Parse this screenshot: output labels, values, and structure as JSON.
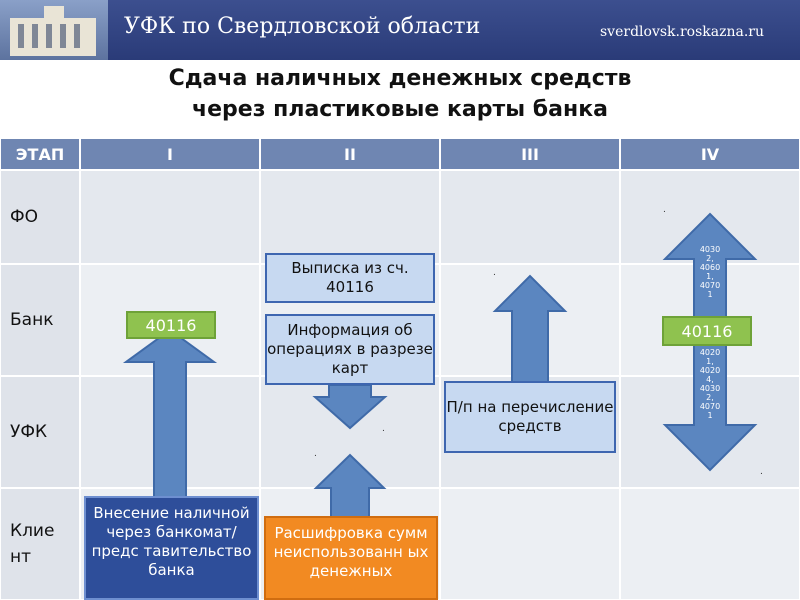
{
  "header": {
    "title": "УФК по Свердловской области",
    "site": "sverdlovsk.roskazna.ru"
  },
  "slide_title": {
    "line1": "Сдача наличных денежных средств",
    "line2": "через пластиковые карты банка"
  },
  "table": {
    "header_label": "ЭТАП",
    "stages": [
      "I",
      "II",
      "III",
      "IV"
    ],
    "rows": [
      "ФО",
      "Банк",
      "УФК",
      "Клие\nнт"
    ]
  },
  "boxes": {
    "stage1_account": "40116",
    "stage1_deposit": "Внесение наличной через банкомат/предс тавительство банка",
    "stage2_statement": "Выписка из сч. 40116",
    "stage2_info": "Информация об операциях в разрезе карт",
    "stage2_decode": "Расшифровка сумм неиспользованн ых денежных",
    "stage3_payment": "П/п на перечисление средств",
    "stage4_account": "40116",
    "stage4_up_accounts": "4030\n2,\n4060\n1,\n4070\n1",
    "stage4_down_accounts": "4020\n1,\n4020\n4,\n4030\n2,\n4070\n1"
  },
  "colors": {
    "header_bg": "#2a3b78",
    "table_header": "#6f86b2",
    "arrow_fill": "#5b86c0",
    "green_box": "#8fc24f",
    "orange_box": "#f28a22",
    "dark_box": "#2e4e9a"
  },
  "dots": [
    ".",
    ".",
    ".",
    ".",
    "."
  ]
}
